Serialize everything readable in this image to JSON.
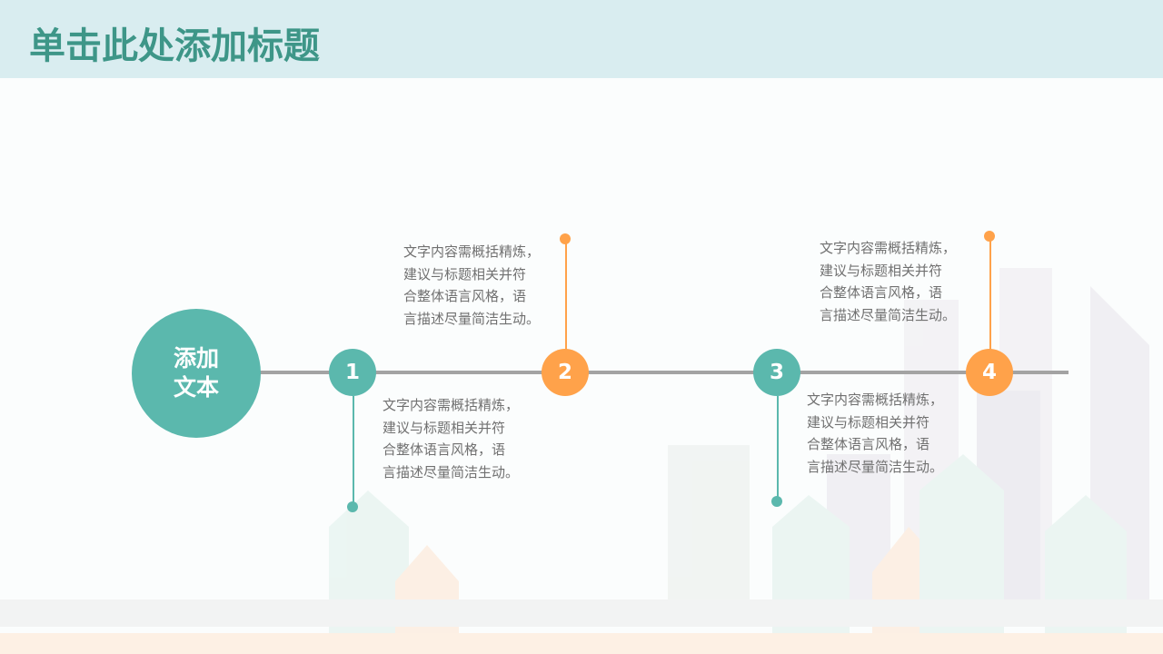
{
  "title": "单击此处添加标题",
  "center": {
    "lines": [
      "添加",
      "文本"
    ]
  },
  "colors": {
    "teal": "#5bb8ad",
    "orange": "#ffa24a",
    "title": "#3e9688",
    "line": "#a3a3a3"
  },
  "steps": [
    {
      "number": "1",
      "lines": [
        "文字内容需概括精炼，",
        "建议与标题相关并符",
        "合整体语言风格，语",
        "言描述尽量简洁生动。"
      ]
    },
    {
      "number": "2",
      "lines": [
        "文字内容需概括精炼，",
        "建议与标题相关并符",
        "合整体语言风格，语",
        "言描述尽量简洁生动。"
      ]
    },
    {
      "number": "3",
      "lines": [
        "文字内容需概括精炼，",
        "建议与标题相关并符",
        "合整体语言风格，语",
        "言描述尽量简洁生动。"
      ]
    },
    {
      "number": "4",
      "lines": [
        "文字内容需概括精炼，",
        "建议与标题相关并符",
        "合整体语言风格，语",
        "言描述尽量简洁生动。"
      ]
    }
  ]
}
